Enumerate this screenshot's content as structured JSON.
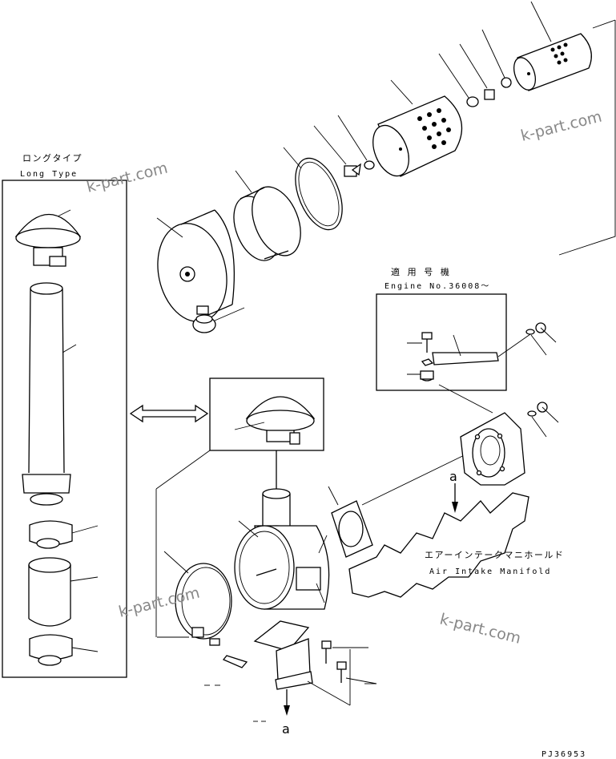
{
  "long_type": {
    "label_jp": "ロングタイプ",
    "label_en": "Long Type"
  },
  "engine_box": {
    "label_jp": "適 用 号 機",
    "label_en": "Engine No.36008～"
  },
  "manifold": {
    "label_jp": "エアーインテークマニホールド",
    "label_en": "Air Intake Manifold"
  },
  "ref_letters": {
    "top": "a",
    "bottom": "a"
  },
  "drawing_code": "PJ36953",
  "watermark": "k-part.com",
  "colors": {
    "line": "#000000",
    "watermark": "#888888",
    "background": "#ffffff"
  }
}
